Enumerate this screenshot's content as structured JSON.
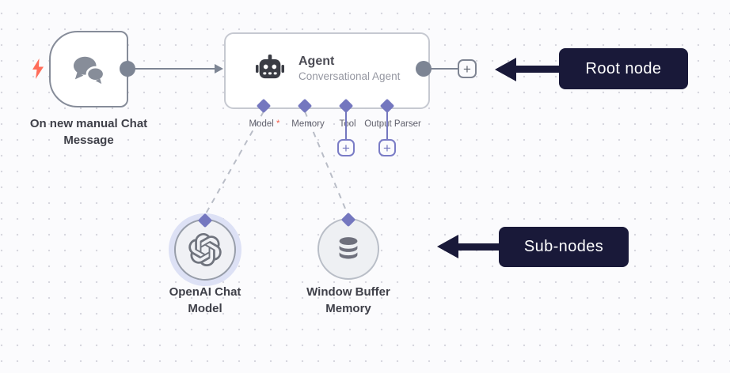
{
  "colors": {
    "accent_purple": "#7477BF",
    "connector_gray": "#7D8594",
    "annotation_navy": "#191939",
    "trigger_bolt_red": "#FF6D5A",
    "required_red": "#F4604F",
    "canvas_bg": "#FBFBFD"
  },
  "canvas": {
    "plus": "+",
    "trigger": {
      "label": "On new manual Chat Message"
    },
    "agent": {
      "title": "Agent",
      "subtitle": "Conversational Agent",
      "required_marker": "*",
      "ports": [
        {
          "label": "Model",
          "required": true
        },
        {
          "label": "Memory",
          "required": false
        },
        {
          "label": "Tool",
          "required": false
        },
        {
          "label": "Output Parser",
          "required": false
        }
      ]
    },
    "subnodes": [
      {
        "label": "OpenAI Chat Model"
      },
      {
        "label": "Window Buffer Memory"
      }
    ]
  },
  "annotations": {
    "root_node": "Root node",
    "sub_nodes": "Sub-nodes"
  }
}
